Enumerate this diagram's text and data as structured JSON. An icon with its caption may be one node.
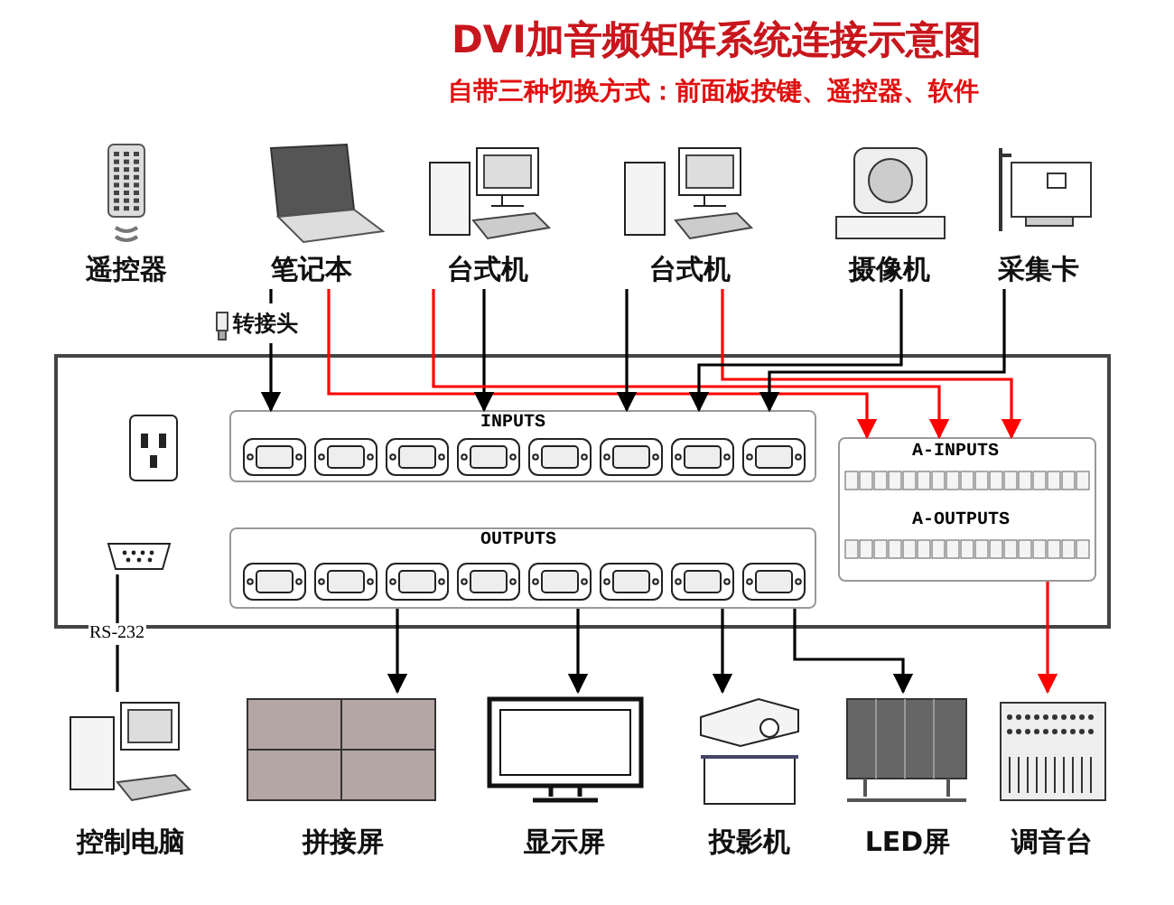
{
  "diagram": {
    "title": "DVI加音频矩阵系统连接示意图",
    "nodes": [
      {
        "text": [
          "遥控器"
        ]
      },
      {
        "text": [
          "笔记本"
        ]
      },
      {
        "text": [
          "台式机"
        ]
      },
      {
        "text": [
          "台式机"
        ]
      },
      {
        "text": [
          "摄像机"
        ]
      },
      {
        "text": [
          "采集卡"
        ]
      },
      {
        "text": [
          "转接头"
        ]
      },
      {
        "text": [],
        "shape": "box"
      },
      {
        "text": [
          "INPUTS"
        ],
        "in": 7
      },
      {
        "text": [
          "OUTPUTS"
        ],
        "in": 7
      },
      {
        "text": [
          "A-INPUTS",
          "A-OUTPUTS"
        ],
        "in": 7
      },
      {
        "text": [],
        "shape": "picture",
        "in": 7
      },
      {
        "text": [
          "控制电脑"
        ]
      },
      {
        "text": [
          "拼接屏"
        ]
      },
      {
        "text": [
          "显示屏"
        ]
      },
      {
        "text": [
          "投影机"
        ]
      },
      {
        "text": [
          "LED屏"
        ]
      },
      {
        "text": [
          "调音台"
        ]
      }
    ],
    "edges": [
      {
        "from": 1,
        "to": 6,
        "arrow": "none"
      },
      {
        "from": 6,
        "to": 8,
        "arrow": "to"
      },
      {
        "from": 1,
        "to": 10,
        "arrow": "to",
        "color": "#ff0000"
      },
      {
        "from": 2,
        "to": 8,
        "arrow": "to"
      },
      {
        "from": 2,
        "to": 10,
        "arrow": "to",
        "color": "#ff0000"
      },
      {
        "from": 3,
        "to": 10,
        "arrow": "to",
        "color": "#ff0000"
      },
      {
        "from": 3,
        "to": 8,
        "arrow": "to"
      },
      {
        "from": 4,
        "to": 8,
        "arrow": "to"
      },
      {
        "from": 5,
        "to": 8,
        "arrow": "to"
      },
      {
        "from": 9,
        "to": 13,
        "arrow": "to"
      },
      {
        "from": 9,
        "to": 14,
        "arrow": "to"
      },
      {
        "from": 9,
        "to": 15,
        "arrow": "to"
      },
      {
        "from": 9,
        "to": 16,
        "arrow": "to"
      },
      {
        "from": 10,
        "to": 17,
        "arrow": "to",
        "color": "#ff0000"
      },
      {
        "from": 11,
        "to": 12,
        "arrow": "none",
        "label": "RS-232"
      }
    ],
    "labels": [
      "自带三种切换方式：前面板按键、遥控器、软件"
    ]
  }
}
